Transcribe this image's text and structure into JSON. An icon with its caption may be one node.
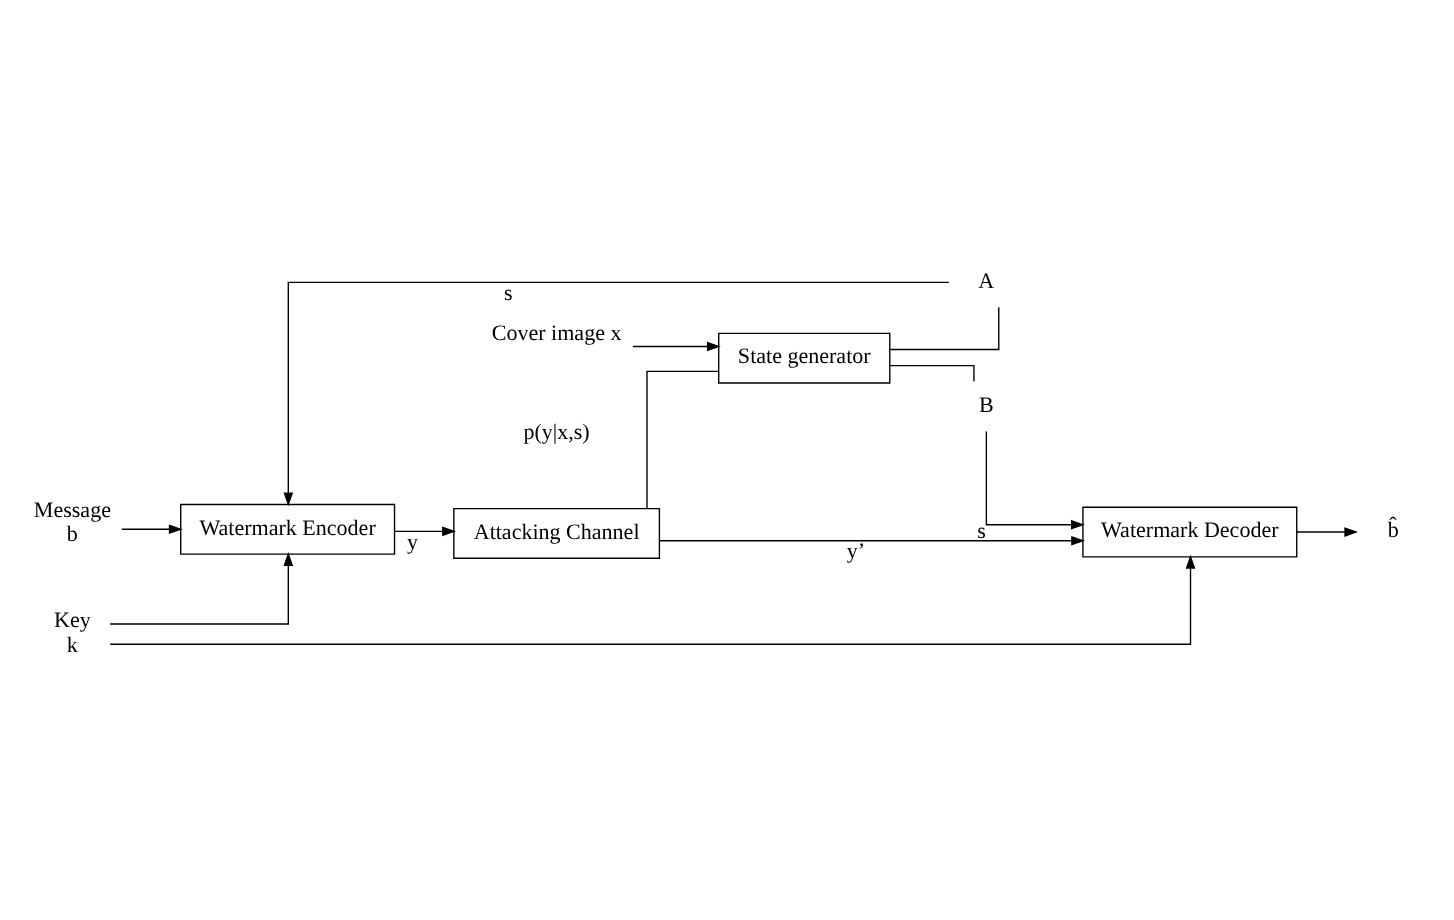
{
  "diagram": {
    "nodes": [
      {
        "text": [
          "Key",
          "k"
        ]
      },
      {
        "text": [
          "Message",
          "b"
        ]
      },
      {
        "text": [
          "Watermark Encoder"
        ]
      },
      {
        "text": [
          "Attacking Channel"
        ],
        "beside": [
          "p(y|x,s)"
        ]
      },
      {
        "text": [
          "Watermark Decoder"
        ]
      },
      {
        "text": [
          "b̂"
        ]
      },
      {
        "text": [
          "A"
        ]
      },
      {
        "text": [
          "State generator"
        ]
      },
      {
        "text": [
          "B"
        ]
      },
      {
        "text": [
          "Cover image x"
        ]
      }
    ],
    "edges": [
      {
        "from": 0,
        "to": 2,
        "arrow": "to"
      },
      {
        "from": 0,
        "to": 4,
        "arrow": "to"
      },
      {
        "from": 1,
        "to": 2,
        "arrow": "to"
      },
      {
        "from": 2,
        "to": 3,
        "arrow": "to",
        "label": "y"
      },
      {
        "from": 3,
        "to": 4,
        "arrow": "to",
        "label": "y’"
      },
      {
        "from": 4,
        "to": 5,
        "arrow": "to"
      },
      {
        "from": 3,
        "to": 7,
        "arrow": "none"
      },
      {
        "from": 7,
        "to": 6,
        "arrow": "none"
      },
      {
        "from": 6,
        "to": 2,
        "arrow": "to",
        "label": "s"
      },
      {
        "from": 7,
        "to": 8,
        "arrow": "none"
      },
      {
        "from": 8,
        "to": 4,
        "arrow": "to",
        "label": "s"
      },
      {
        "from": 9,
        "to": 7,
        "arrow": "to"
      }
    ]
  }
}
